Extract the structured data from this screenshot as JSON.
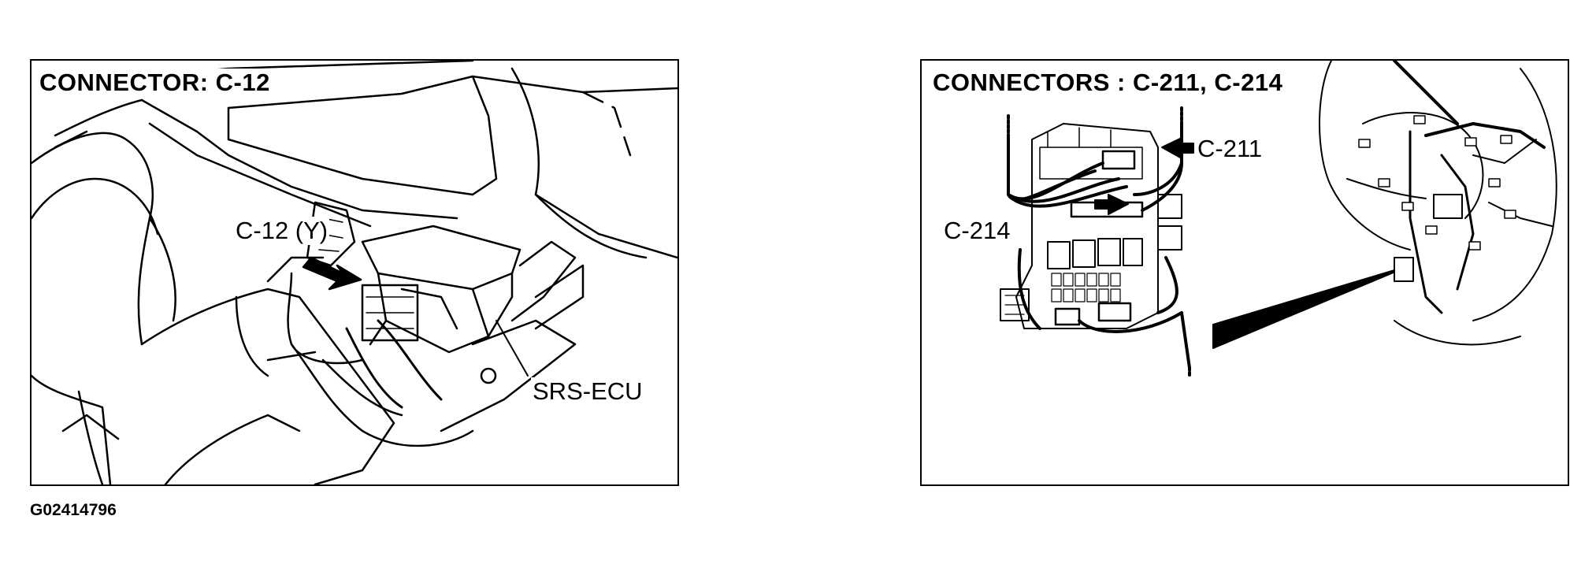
{
  "left_panel": {
    "title": "CONNECTOR: C-12",
    "callouts": {
      "connector": "C-12 (Y)",
      "ecu": "SRS-ECU"
    }
  },
  "right_panel": {
    "title": "CONNECTORS : C-211, C-214",
    "callouts": {
      "c211": "C-211",
      "c214": "C-214"
    }
  },
  "figure_id": "G02414796"
}
